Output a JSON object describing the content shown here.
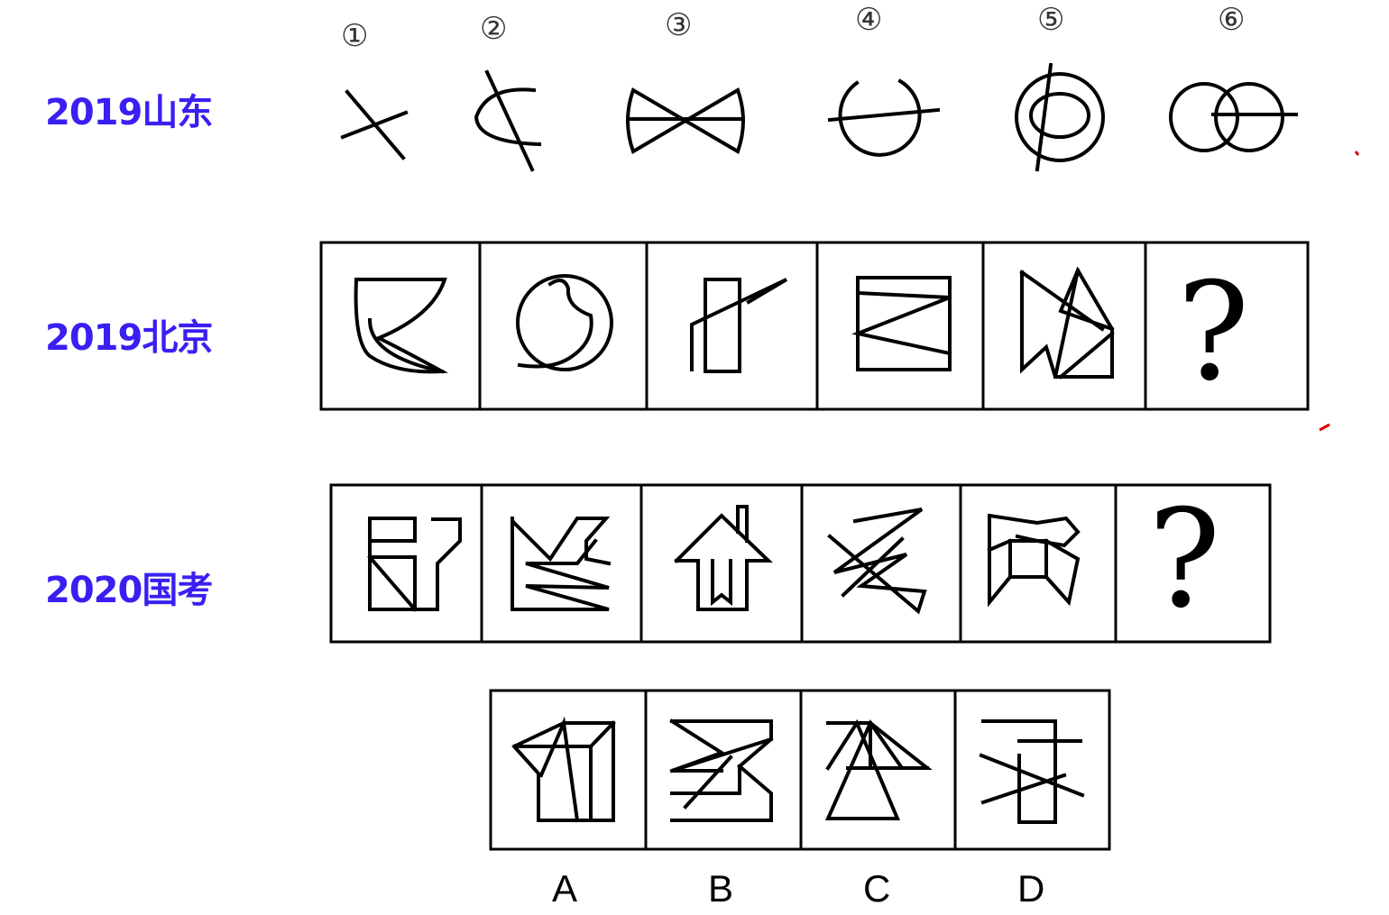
{
  "rows": [
    {
      "label": "2019山东"
    },
    {
      "label": "2019北京"
    },
    {
      "label": "2020国考"
    }
  ],
  "shandong_numbers": [
    "①",
    "②",
    "③",
    "④",
    "⑤",
    "⑥"
  ],
  "question_mark": "?",
  "options": [
    "A",
    "B",
    "C",
    "D"
  ]
}
